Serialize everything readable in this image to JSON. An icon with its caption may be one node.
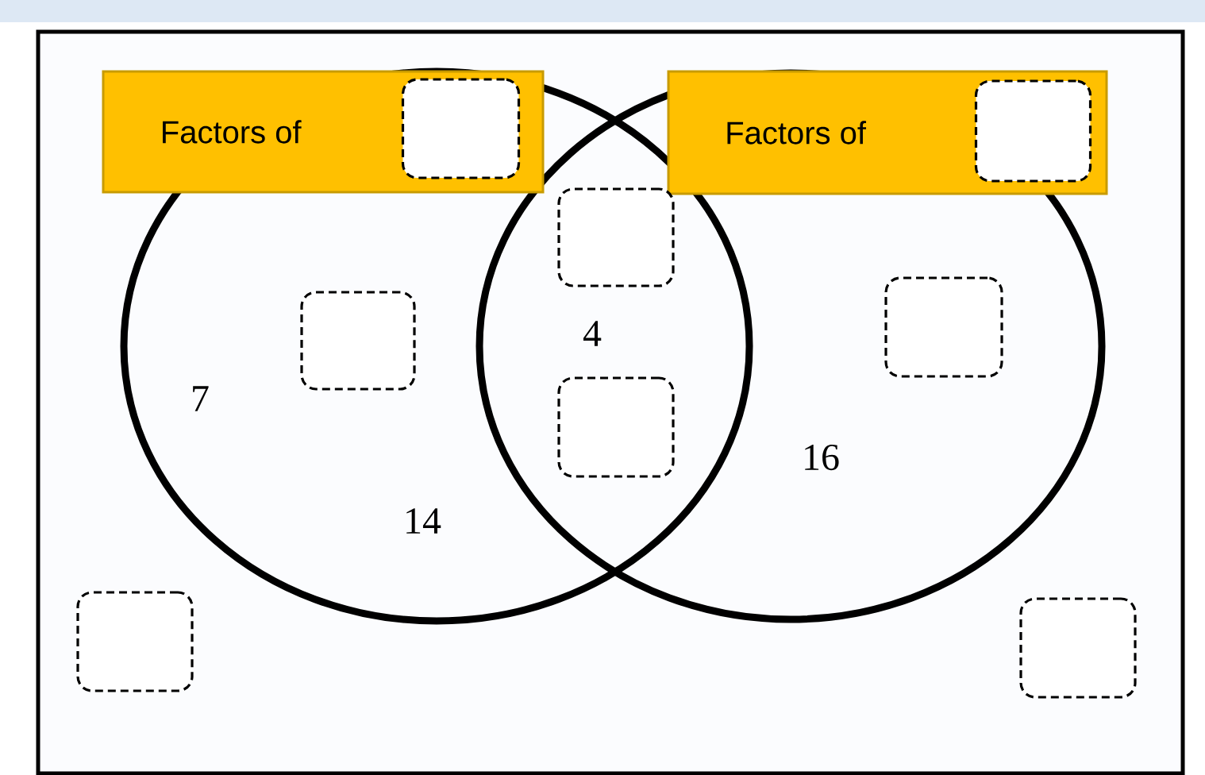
{
  "diagram": {
    "nodes": [
      {
        "text": [
          "Factors of"
        ]
      },
      {
        "text": [],
        "shape": "box",
        "in": 0
      },
      {
        "text": [
          "Factors of"
        ]
      },
      {
        "text": [],
        "shape": "box",
        "in": 2
      },
      {
        "text": [],
        "shape": "box"
      },
      {
        "text": [],
        "shape": "box"
      },
      {
        "text": [],
        "shape": "box"
      },
      {
        "text": [],
        "shape": "box"
      },
      {
        "text": [],
        "shape": "box"
      },
      {
        "text": [],
        "shape": "box"
      }
    ],
    "labels": [
      "4",
      "7",
      "16",
      "14"
    ]
  }
}
